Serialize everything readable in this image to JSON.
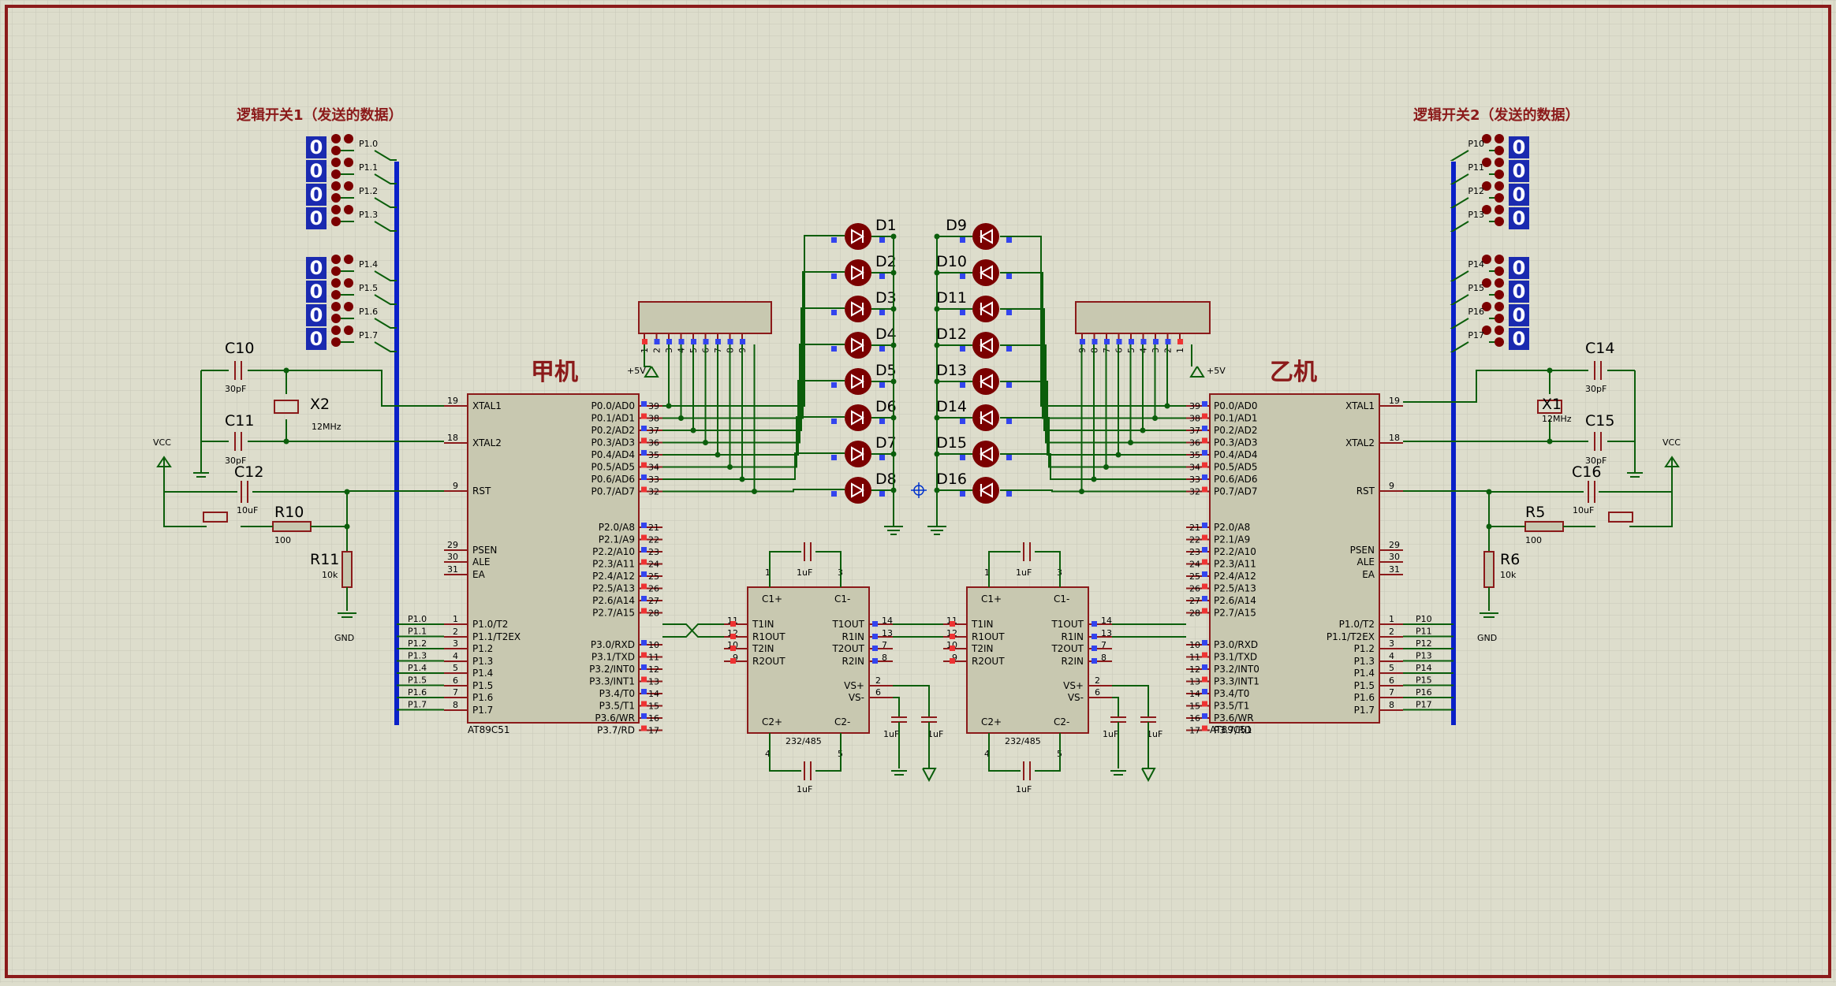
{
  "mcu_left": {
    "name": "甲机",
    "part": "AT89C51"
  },
  "mcu_right": {
    "name": "乙机",
    "part": "AT89C51"
  },
  "switch_left_title": "逻辑开关1（发送的数据）",
  "switch_right_title": "逻辑开关2（发送的数据）",
  "switch_value": "0",
  "mcu_left_pins": [
    "XTAL1",
    "XTAL2",
    "RST",
    "PSEN",
    "ALE",
    "EA",
    "P1.0/T2",
    "P1.1/T2EX",
    "P1.2",
    "P1.3",
    "P1.4",
    "P1.5",
    "P1.6",
    "P1.7"
  ],
  "mcu_left_pin_numbers": [
    "19",
    "18",
    "9",
    "29",
    "30",
    "31",
    "1",
    "2",
    "3",
    "4",
    "5",
    "6",
    "7",
    "8"
  ],
  "mcu_right_pins": [
    "P0.0/AD0",
    "P0.1/AD1",
    "P0.2/AD2",
    "P0.3/AD3",
    "P0.4/AD4",
    "P0.5/AD5",
    "P0.6/AD6",
    "P0.7/AD7",
    "P2.0/A8",
    "P2.1/A9",
    "P2.2/A10",
    "P2.3/A11",
    "P2.4/A12",
    "P2.5/A13",
    "P2.6/A14",
    "P2.7/A15",
    "P3.0/RXD",
    "P3.1/TXD",
    "P3.2/INT0",
    "P3.3/INT1",
    "P3.4/T0",
    "P3.5/T1",
    "P3.6/WR",
    "P3.7/RD"
  ],
  "mcu_right_pin_numbers": [
    "39",
    "38",
    "37",
    "36",
    "35",
    "34",
    "33",
    "32",
    "21",
    "22",
    "23",
    "24",
    "25",
    "26",
    "27",
    "28",
    "10",
    "11",
    "12",
    "13",
    "14",
    "15",
    "16",
    "17"
  ],
  "left_net_labels": [
    "P1.0",
    "P1.1",
    "P1.2",
    "P1.3",
    "P1.4",
    "P1.5",
    "P1.6",
    "P1.7"
  ],
  "right_net_labels": [
    "P10",
    "P11",
    "P12",
    "P13",
    "P14",
    "P15",
    "P16",
    "P17"
  ],
  "resnet_pins_left": [
    "1",
    "2",
    "3",
    "4",
    "5",
    "6",
    "7",
    "8",
    "9"
  ],
  "resnet_pins_right": [
    "9",
    "8",
    "7",
    "6",
    "5",
    "4",
    "3",
    "2",
    "1"
  ],
  "leds_left": [
    "D1",
    "D2",
    "D3",
    "D4",
    "D5",
    "D6",
    "D7",
    "D8"
  ],
  "leds_right": [
    "D9",
    "D10",
    "D11",
    "D12",
    "D13",
    "D14",
    "D15",
    "D16"
  ],
  "max232": {
    "left_pins": [
      "T1IN",
      "R1OUT",
      "T2IN",
      "R2OUT"
    ],
    "left_nums": [
      "11",
      "12",
      "10",
      "9"
    ],
    "right_pins": [
      "T1OUT",
      "R1IN",
      "T2OUT",
      "R2IN"
    ],
    "right_nums": [
      "14",
      "13",
      "7",
      "8"
    ],
    "vs": [
      "VS+",
      "VS-"
    ],
    "vs_nums": [
      "2",
      "6"
    ],
    "c1p": "C1+",
    "c1m": "C1-",
    "c2p": "C2+",
    "c2m": "C2-",
    "top_nums": [
      "1",
      "3"
    ],
    "bottom_nums": [
      "4",
      "5"
    ],
    "part": "232/485",
    "cap": "1uF"
  },
  "left_parts": {
    "c10": "C10",
    "c11": "C11",
    "c12": "C12",
    "cap30": "30pF",
    "cap10u": "10uF",
    "x2": "X2",
    "freq": "12MHz",
    "r10": "R10",
    "r10v": "100",
    "r11": "R11",
    "r11v": "10k",
    "vcc": "VCC",
    "gnd": "GND",
    "p5v": "+5V"
  },
  "right_parts": {
    "c14": "C14",
    "c15": "C15",
    "c16": "C16",
    "cap30": "30pF",
    "cap10u": "10uF",
    "x1": "X1",
    "freq": "12MHz",
    "r5": "R5",
    "r5v": "100",
    "r6": "R6",
    "r6v": "10k",
    "vcc": "VCC",
    "gnd": "GND",
    "p5v": "+5V"
  },
  "colors": {
    "background": "#ddddcc",
    "wire": "#0b5e0b",
    "part_outline": "#8b1a1a",
    "part_fill": "#c8c8b0",
    "bus": "#0a20c8",
    "led": "#7b0000",
    "title": "#8b1a1a"
  }
}
